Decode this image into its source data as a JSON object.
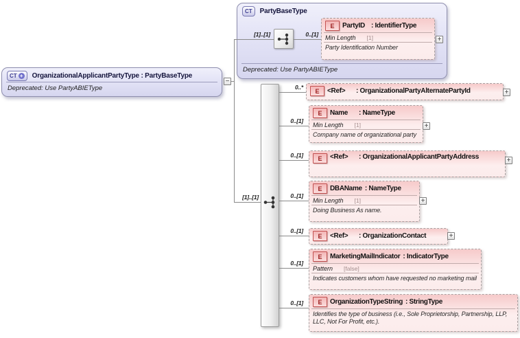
{
  "glyphs": {
    "expand": "+",
    "collapse": "−",
    "badge_plus": "+"
  },
  "root_box": {
    "icon": "CT",
    "title": "OrganizationalApplicantPartyType : PartyBaseType",
    "annotation": "Deprecated: Use PartyABIEType"
  },
  "base_box": {
    "icon": "CT",
    "title": "PartyBaseType",
    "annotation": "Deprecated: Use PartyABIEType",
    "cardinality": "[1]..[1]",
    "child": {
      "cardinality": "0..[1]",
      "icon": "E",
      "name": "PartyID",
      "type": ": IdentifierType",
      "facet_name": "Min Length",
      "facet_value": "[1]",
      "description": "Party Identification Number"
    }
  },
  "tree": {
    "cardinality": "[1]..[1]",
    "elements": [
      {
        "cardinality": "0..*",
        "icon": "E",
        "name": "<Ref>",
        "type": ": OrganizationalPartyAlternatePartyId"
      },
      {
        "cardinality": "0..[1]",
        "icon": "E",
        "name": "Name",
        "type": ": NameType",
        "facet_name": "Min Length",
        "facet_value": "[1]",
        "description": "Company name of organizational party"
      },
      {
        "cardinality": "0..[1]",
        "icon": "E",
        "name": "<Ref>",
        "type": ": OrganizationalApplicantPartyAddress"
      },
      {
        "cardinality": "0..[1]",
        "icon": "E",
        "name": "DBAName",
        "type": ": NameType",
        "facet_name": "Min Length",
        "facet_value": "[1]",
        "description": "Doing Business As name."
      },
      {
        "cardinality": "0..[1]",
        "icon": "E",
        "name": "<Ref>",
        "type": ": OrganizationContact"
      },
      {
        "cardinality": "0..[1]",
        "icon": "E",
        "name": "MarketingMailIndicator",
        "type": ": IndicatorType",
        "facet_name": "Pattern",
        "facet_value": "[false]",
        "description": "Indicates customers whom have requested no marketing mail"
      },
      {
        "cardinality": "0..[1]",
        "icon": "E",
        "name": "OrganizationTypeString",
        "type": ": StringType",
        "description": "Identifies the type of business (i.e., Sole Proprietorship, Partnership, LLP, LLC, Not For Profit, etc.)."
      }
    ]
  },
  "colors": {
    "complex_type_fill": "#e3e3f6",
    "element_fill": "#f6caca",
    "element_accent": "#c25050",
    "icon_accent_blue": "#3c3c90",
    "connector": "#8a8a8a"
  }
}
